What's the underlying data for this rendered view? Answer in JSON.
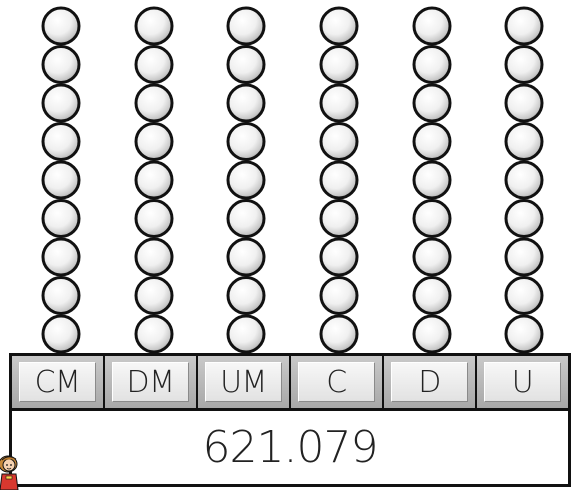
{
  "abacus": {
    "beads_per_column": 9,
    "columns": [
      {
        "label": "CM",
        "beads": 9
      },
      {
        "label": "DM",
        "beads": 9
      },
      {
        "label": "UM",
        "beads": 9
      },
      {
        "label": "C",
        "beads": 9
      },
      {
        "label": "D",
        "beads": 9
      },
      {
        "label": "U",
        "beads": 9
      }
    ]
  },
  "number": "621.079",
  "colors": {
    "outline": "#111111",
    "bead_highlight": "#ffffff",
    "bead_shadow": "#9a9a9a",
    "label_tile": "#e6e6e6"
  },
  "icons": {
    "mascot": "girl-character-icon"
  }
}
